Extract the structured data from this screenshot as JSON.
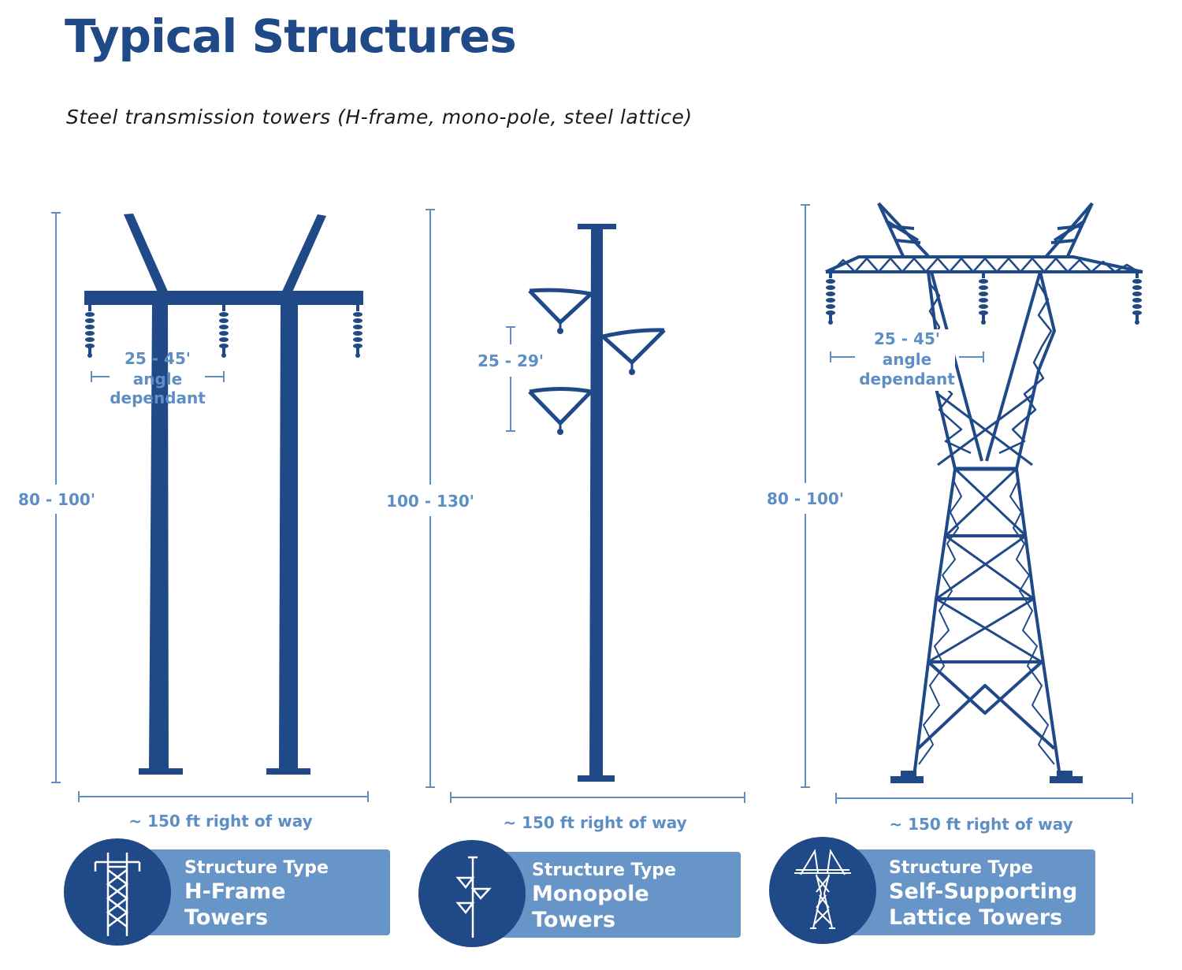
{
  "header": {
    "title": "Typical Structures",
    "subtitle": "Steel transmission towers (H-frame, mono-pole, steel lattice)"
  },
  "colors": {
    "tower": "#1f4987",
    "dimension": "#5d8fc4",
    "label_box": "#6795c8",
    "icon_circle": "#1f4987"
  },
  "towers": [
    {
      "height_label": "80 - 100'",
      "spacing_label_line1": "25 - 45'",
      "spacing_label_line2": "angle",
      "spacing_label_line3": "dependant",
      "row_label": "~ 150 ft right of way",
      "type_prefix": "Structure Type",
      "type_line1": "H-Frame",
      "type_line2": "Towers",
      "icon": "h-frame-tower-icon"
    },
    {
      "height_label": "100 - 130'",
      "spacing_label_line1": "25 - 29'",
      "row_label": "~ 150 ft right of way",
      "type_prefix": "Structure Type",
      "type_line1": "Monopole",
      "type_line2": "Towers",
      "icon": "monopole-tower-icon"
    },
    {
      "height_label": "80 - 100'",
      "spacing_label_line1": "25 - 45'",
      "spacing_label_line2": "angle",
      "spacing_label_line3": "dependant",
      "row_label": "~ 150 ft right of way",
      "type_prefix": "Structure Type",
      "type_line1": "Self-Supporting",
      "type_line2": "Lattice Towers",
      "icon": "lattice-tower-icon"
    }
  ]
}
